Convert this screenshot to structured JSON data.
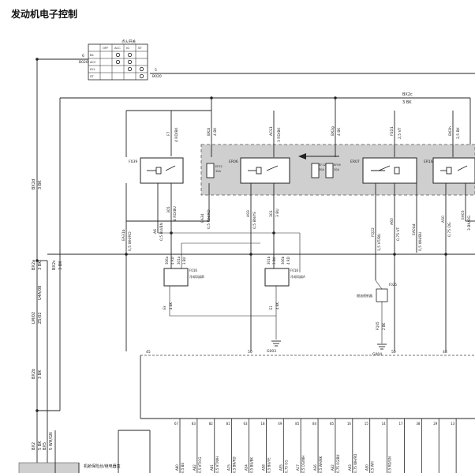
{
  "title": "发动机电子控制",
  "ignition_switch": {
    "label": "点火开关",
    "cols": [
      "OFF",
      "ACC",
      "IG",
      "ST"
    ],
    "rows": [
      "B1",
      "ACC",
      "IG1",
      "ST"
    ],
    "left_wire": {
      "pin": "6",
      "code": "B020"
    },
    "right_wire": {
      "pin": "5",
      "code": "B020"
    }
  },
  "wires": {
    "bx2c_top": {
      "name": "BX2c",
      "color": "3 BK"
    },
    "left_vertical": [
      {
        "name": "BX2d",
        "color": "3 BK"
      },
      {
        "name": "BX2a",
        "color": "3 BK"
      },
      {
        "name": "BX2c",
        "color": "3 BK"
      },
      {
        "name": "BX2b",
        "color": "3 BK"
      }
    ],
    "bottom_left": [
      {
        "name": "BX2",
        "color": "5 BK"
      },
      {
        "name": "BX5",
        "color": "5 WH/GN"
      }
    ],
    "splice_codes": [
      "LM/02",
      "Z5/02",
      "U4A/08"
    ]
  },
  "relays": [
    {
      "id": "F039",
      "input_code": "F7",
      "input_color": "4 RD/BK"
    },
    {
      "id": "ER06",
      "input_code": "ACS1",
      "input_color": "3 RD/BK"
    },
    {
      "id": "ER07",
      "input_code": "FSD1",
      "input_color": "2,5 VT"
    },
    {
      "id": "ER16",
      "input_code": "BX2h",
      "input_color": "2,5 BK"
    }
  ],
  "fuse_block_wires": [
    {
      "name": "BX2i",
      "color": "4 BK"
    },
    {
      "name": "BX2g",
      "color": "4 BK"
    }
  ],
  "fuses": [
    {
      "id": "EF22",
      "rating": "30A"
    },
    {
      "id": "EF12",
      "rating": "30A"
    },
    {
      "id": "EF09",
      "rating": "30A"
    }
  ],
  "mid_wires": [
    {
      "name": "A6",
      "color": "0,5 BU/BN"
    },
    {
      "name": "305",
      "color": "4 RD/BU"
    },
    {
      "name": "EA31b",
      "color": "0,5 WH/RD"
    },
    {
      "name": "EA34",
      "color": "0,5 WH/RD"
    },
    {
      "name": "A93",
      "color": "0,5 BN/YE"
    },
    {
      "name": "301",
      "color": "3 BU"
    },
    {
      "name": "FQ22",
      "color": "1,5 VT/BU"
    },
    {
      "name": "A60",
      "color": "0,75 VT"
    },
    {
      "name": "EA04d",
      "color": "0,5 WH/BU"
    },
    {
      "name": "A50",
      "color": "0,75 OG"
    },
    {
      "name": "EA03",
      "color": "3 BK/OG"
    }
  ],
  "lower_wires": [
    {
      "name": "306a",
      "color": "4 RD"
    },
    {
      "name": "301a",
      "color": "3 BU"
    },
    {
      "name": "301b",
      "color": "3 BU"
    },
    {
      "name": "306b",
      "color": "4 RD"
    }
  ],
  "components": [
    {
      "id": "F016",
      "label": "冷却风扇B",
      "ground_wire": "Ek",
      "ground_color": "4 BK"
    },
    {
      "id": "F018",
      "label": "冷却风扇A",
      "ground_wire": "E1",
      "ground_color": "4 BK"
    },
    {
      "id": "F025",
      "label": "燃油喷射器",
      "ground_wire": "FQ05",
      "ground_color": "2 BK"
    }
  ],
  "grounds": [
    "G003",
    "G004"
  ],
  "ecm_pins_top": [
    "45",
    "50",
    "50",
    "48"
  ],
  "ecm_pins_bottom": [
    "67",
    "83",
    "82",
    "81",
    "63",
    "18",
    "49",
    "85",
    "84",
    "85",
    "16",
    "15",
    "14",
    "17",
    "38",
    "29",
    "13"
  ],
  "ecm_bottom_wires": [
    "A80",
    "A82",
    "A81",
    "A15",
    "A54",
    "A58",
    "A55",
    "A17",
    "A36",
    "A62",
    "A93",
    "A50"
  ],
  "ecm_bottom_colors": [
    "0,5 BU",
    "0,5 VT/OG",
    "0,5 VT/WH",
    "0,5 BN/RD",
    "0,5 BU/BK",
    "0,5 BU/YE",
    "0,75 OG",
    "0,5 OG/WH",
    "0,5 WH/BK",
    "0,75 OG/BU",
    "0,75 WH/RD",
    "0,5 WH",
    "0,5 RD/GN"
  ],
  "module_label": "机舱保险丝/继电器盒"
}
